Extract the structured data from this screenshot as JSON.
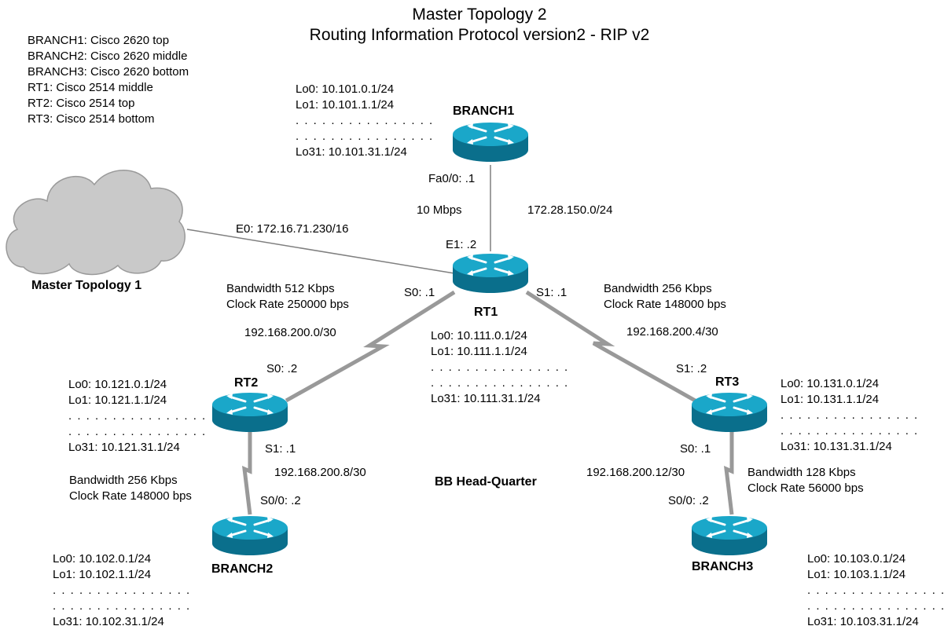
{
  "title": {
    "line1": "Master Topology 2",
    "line2": "Routing Information Protocol version2 - RIP v2"
  },
  "device_list": [
    "BRANCH1: Cisco 2620 top",
    "BRANCH2: Cisco 2620 middle",
    "BRANCH3: Cisco 2620 bottom",
    "RT1: Cisco 2514 middle",
    "RT2: Cisco 2514 top",
    "RT3: Cisco 2514 bottom"
  ],
  "cloud": {
    "label": "Master Topology 1"
  },
  "routers": {
    "branch1": {
      "name": "BRANCH1"
    },
    "rt1": {
      "name": "RT1"
    },
    "rt2": {
      "name": "RT2"
    },
    "rt3": {
      "name": "RT3"
    },
    "branch2": {
      "name": "BRANCH2"
    },
    "branch3": {
      "name": "BRANCH3"
    }
  },
  "loopbacks": {
    "branch1": {
      "lo0": "Lo0: 10.101.0.1/24",
      "lo1": "Lo1: 10.101.1.1/24",
      "dots": ". . . . . . . . . . . . . . . .",
      "lo31": "Lo31: 10.101.31.1/24"
    },
    "rt1": {
      "lo0": "Lo0: 10.111.0.1/24",
      "lo1": "Lo1: 10.111.1.1/24",
      "dots": ". . . . . . . . . . . . . . . .",
      "lo31": "Lo31: 10.111.31.1/24"
    },
    "rt2": {
      "lo0": "Lo0: 10.121.0.1/24",
      "lo1": "Lo1: 10.121.1.1/24",
      "dots": ". . . . . . . . . . . . . . . .",
      "lo31": "Lo31: 10.121.31.1/24"
    },
    "rt3": {
      "lo0": "Lo0: 10.131.0.1/24",
      "lo1": "Lo1: 10.131.1.1/24",
      "dots": ". . . . . . . . . . . . . . . .",
      "lo31": "Lo31: 10.131.31.1/24"
    },
    "branch2": {
      "lo0": "Lo0: 10.102.0.1/24",
      "lo1": "Lo1: 10.102.1.1/24",
      "dots": ". . . . . . . . . . . . . . . .",
      "lo31": "Lo31: 10.102.31.1/24"
    },
    "branch3": {
      "lo0": "Lo0: 10.103.0.1/24",
      "lo1": "Lo1: 10.103.1.1/24",
      "dots": ". . . . . . . . . . . . . . . .",
      "lo31": "Lo31: 10.103.31.1/24"
    }
  },
  "links": {
    "cloud_rt1": {
      "interface": "E0: 172.16.71.230/16"
    },
    "branch1_rt1": {
      "branch_if": "Fa0/0: .1",
      "speed": "10 Mbps",
      "network": "172.28.150.0/24",
      "rt_if": "E1: .2"
    },
    "rt1_rt2": {
      "bandwidth": "Bandwidth 512 Kbps",
      "clock": "Clock Rate 250000 bps",
      "network": "192.168.200.0/30",
      "rt1_if": "S0: .1",
      "rt2_if": "S0: .2"
    },
    "rt1_rt3": {
      "bandwidth": "Bandwidth 256 Kbps",
      "clock": "Clock Rate 148000 bps",
      "network": "192.168.200.4/30",
      "rt1_if": "S1: .1",
      "rt3_if": "S1: .2"
    },
    "rt2_branch2": {
      "rt_if": "S1: .1",
      "network": "192.168.200.8/30",
      "bandwidth": "Bandwidth 256 Kbps",
      "clock": "Clock Rate 148000 bps",
      "branch_if": "S0/0: .2"
    },
    "rt3_branch3": {
      "rt_if": "S0: .1",
      "network": "192.168.200.12/30",
      "bandwidth": "Bandwidth 128 Kbps",
      "clock": "Clock Rate 56000 bps",
      "branch_if": "S0/0: .2"
    }
  },
  "hq": {
    "label": "BB Head-Quarter"
  },
  "colors": {
    "router_body": "#1aa7c9",
    "router_side": "#0a6f8c",
    "link_ethernet": "#7f7f7f",
    "link_serial": "#999999",
    "cloud_fill": "#c9c9c9",
    "cloud_stroke": "#9a9a9a"
  }
}
